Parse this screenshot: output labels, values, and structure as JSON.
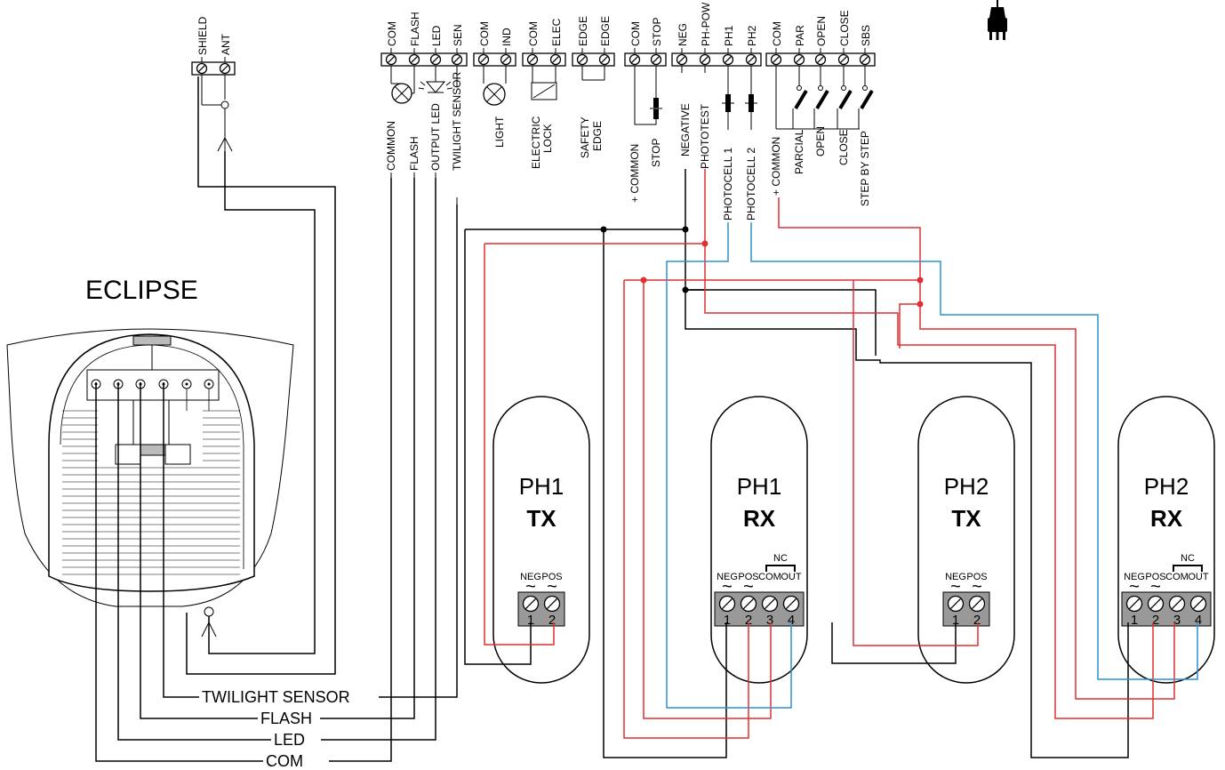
{
  "terminals": {
    "antenna": [
      "SHIELD",
      "ANT"
    ],
    "flash": [
      "COM",
      "FLASH",
      "LED",
      "SEN"
    ],
    "light": [
      "COM",
      "IND"
    ],
    "lock": [
      "COM",
      "ELEC"
    ],
    "edge": [
      "EDGE",
      "EDGE"
    ],
    "stop": [
      "COM",
      "STOP"
    ],
    "photo": [
      "NEG",
      "PH-POW",
      "PH1",
      "PH2"
    ],
    "inputs": [
      "COM",
      "PAR",
      "OPEN",
      "CLOSE",
      "SBS"
    ]
  },
  "labels": {
    "common": "COMMON",
    "flash": "FLASH",
    "output_led": "OUTPUT LED",
    "twilight_sensor": "TWILIGHT SENSOR",
    "light": "LIGHT",
    "electric_lock_1": "ELECTRIC",
    "electric_lock_2": "LOCK",
    "safety_edge_1": "SAFETY",
    "safety_edge_2": "EDGE",
    "plus_common": "+ COMMON",
    "stop": "STOP",
    "negative": "NEGATIVE",
    "phototest": "PHOTOTEST",
    "photocell_1": "PHOTOCELL 1",
    "photocell_2": "PHOTOCELL 2",
    "input_common": "+ COMMON",
    "parcial": "PARCIAL",
    "open": "OPEN",
    "close": "CLOSE",
    "step_by_step": "STEP BY STEP"
  },
  "eclipse": {
    "title": "ECLIPSE",
    "wire_labels": [
      "TWILIGHT SENSOR",
      "FLASH",
      "LED",
      "COM"
    ]
  },
  "photocells": [
    {
      "name": "PH1",
      "type": "TX",
      "pins": [
        "NEG",
        "POS"
      ],
      "numbers": [
        "1",
        "2"
      ]
    },
    {
      "name": "PH1",
      "type": "RX",
      "nc": "NC",
      "pins": [
        "NEG",
        "POS",
        "COM",
        "OUT"
      ],
      "numbers": [
        "1",
        "2",
        "3",
        "4"
      ]
    },
    {
      "name": "PH2",
      "type": "TX",
      "pins": [
        "NEG",
        "POS"
      ],
      "numbers": [
        "1",
        "2"
      ]
    },
    {
      "name": "PH2",
      "type": "RX",
      "nc": "NC",
      "pins": [
        "NEG",
        "POS",
        "COM",
        "OUT"
      ],
      "numbers": [
        "1",
        "2",
        "3",
        "4"
      ]
    }
  ],
  "symbols": {
    "tilde": "~"
  },
  "colors": {
    "black_wire": "#000000",
    "red_wire": "#e03030",
    "blue_wire": "#2f8fd0",
    "terminal_fill": "#999999"
  },
  "icons": [
    "plug-icon",
    "lamp-icon",
    "led-icon",
    "antenna-icon",
    "switch-icon"
  ]
}
